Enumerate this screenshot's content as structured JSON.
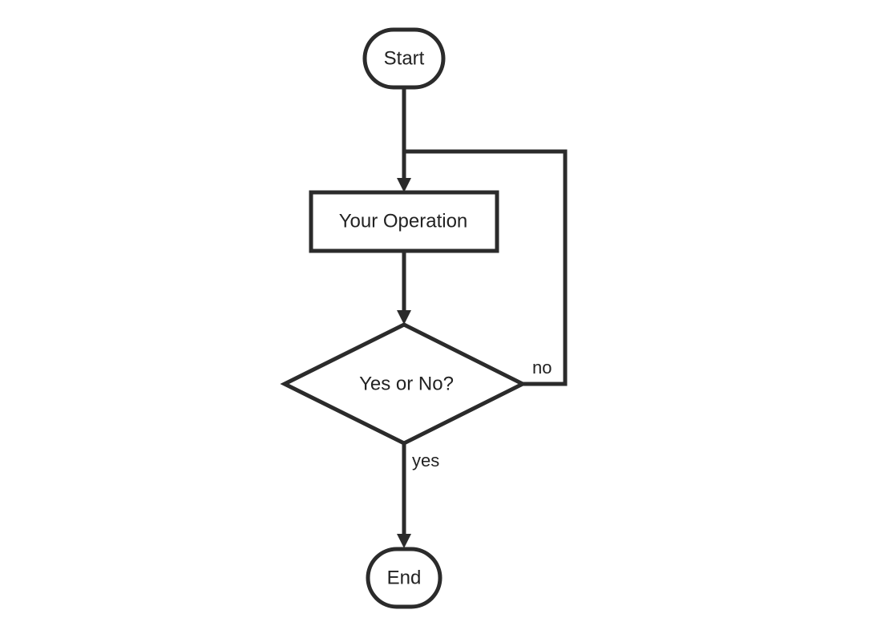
{
  "diagram": {
    "nodes": {
      "start": {
        "label": "Start",
        "shape": "terminal"
      },
      "operation": {
        "label": "Your Operation",
        "shape": "process"
      },
      "decision": {
        "label": "Yes or No?",
        "shape": "decision"
      },
      "end": {
        "label": "End",
        "shape": "terminal"
      }
    },
    "edges": {
      "no": {
        "label": "no",
        "from": "decision",
        "to": "operation"
      },
      "yes": {
        "label": "yes",
        "from": "decision",
        "to": "end"
      }
    },
    "colors": {
      "stroke": "#2b2b2b",
      "text": "#222222",
      "background": "#ffffff"
    }
  }
}
